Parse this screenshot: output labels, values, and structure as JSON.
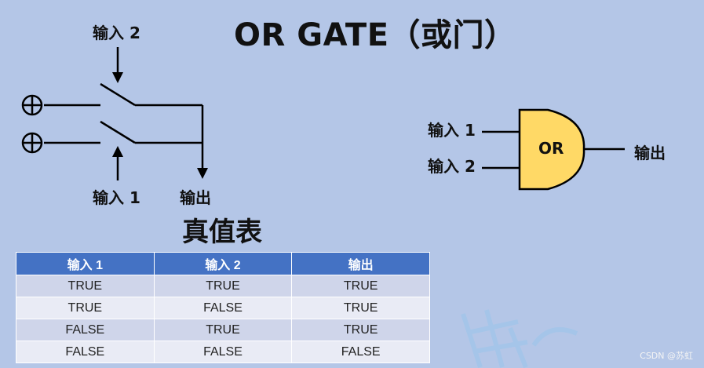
{
  "title": "OR GATE（或门）",
  "switch_diagram": {
    "input2_label": "输入 2",
    "input1_label": "输入 1",
    "output_label": "输出",
    "plus_symbol": "⊕"
  },
  "gate": {
    "name": "OR",
    "input1_label": "输入 1",
    "input2_label": "输入 2",
    "output_label": "输出",
    "fill_color": "#ffd966"
  },
  "truth_table": {
    "title": "真值表",
    "headers": [
      "输入 1",
      "输入 2",
      "输出"
    ],
    "rows": [
      [
        "TRUE",
        "TRUE",
        "TRUE"
      ],
      [
        "TRUE",
        "FALSE",
        "TRUE"
      ],
      [
        "FALSE",
        "TRUE",
        "TRUE"
      ],
      [
        "FALSE",
        "FALSE",
        "FALSE"
      ]
    ]
  },
  "watermark": "CSDN @苏虹",
  "colors": {
    "background": "#b4c6e7",
    "header": "#4472c4"
  }
}
